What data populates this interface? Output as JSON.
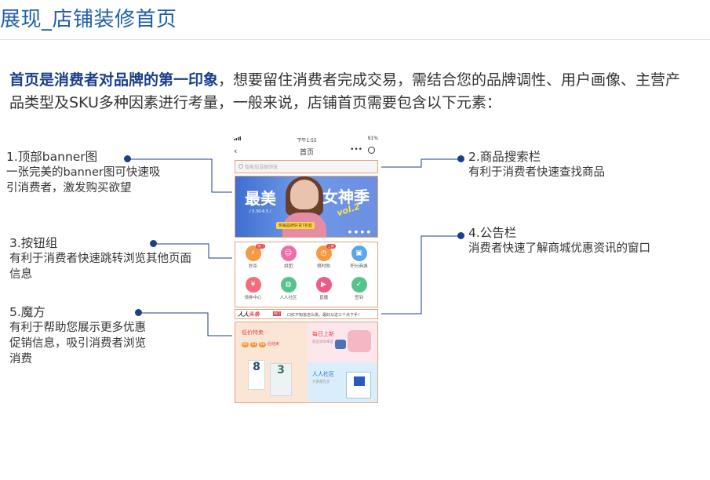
{
  "page": {
    "title": "展现_店铺装修首页",
    "intro_bold": "首页是消费者对品牌的第一印象",
    "intro_rest": "，想要留住消费者完成交易，需结合您的品牌调性、用户画像、主营产品类型及SKU多种因素进行考量，一般来说，店铺首页需要包含以下元素："
  },
  "annotations": [
    {
      "title": "1.顶部banner图",
      "desc": "一张完美的banner图可快速吸引消费者，激发购买欲望"
    },
    {
      "title": "2.商品搜索栏",
      "desc": "有利于消费者快速查找商品"
    },
    {
      "title": "3.按钮组",
      "desc": "有利于消费者快速跳转浏览其他页面信息"
    },
    {
      "title": "4.公告栏",
      "desc": "消费者快速了解商城优惠资讯的窗口"
    },
    {
      "title": "5.魔方",
      "desc": "有利于帮助您展示更多优惠促销信息，吸引消费者浏览消费"
    }
  ],
  "phone": {
    "status_time": "下午1:55",
    "status_battery": "91%",
    "nav_title": "首页",
    "search_placeholder": "智能加湿器领涨",
    "banner": {
      "text_left": "最美",
      "text_right": "女神季",
      "vol": "vol.2",
      "date": "/ 5.30-6.5 /",
      "tag": "热销品牌好货7折起"
    },
    "buttons": [
      {
        "label": "秒杀",
        "icon": "flash-icon",
        "badge": "热门"
      },
      {
        "label": "拼团",
        "icon": "group-icon",
        "badge": ""
      },
      {
        "label": "限时购",
        "icon": "clock-icon",
        "badge": "上新"
      },
      {
        "label": "积分商城",
        "icon": "bag-icon",
        "badge": ""
      },
      {
        "label": "领券中心",
        "icon": "coupon-icon",
        "badge": ""
      },
      {
        "label": "人人社区",
        "icon": "chat-icon",
        "badge": ""
      },
      {
        "label": "直播",
        "icon": "play-icon",
        "badge": ""
      },
      {
        "label": "签到",
        "icon": "calendar-check-icon",
        "badge": ""
      }
    ],
    "notice": {
      "logo_a": "人人",
      "logo_b": "头条",
      "hot": "热门",
      "text": "口红不知道怎么挑，最好从这三个点下手！"
    },
    "cube": {
      "left_title": "低价特卖",
      "countdown": [
        "00",
        "13",
        "50"
      ],
      "countdown_suffix": "后结束",
      "right_top_title": "每日上新",
      "right_top_sub": "新品等你来选",
      "right_bottom_title": "人人社区",
      "right_bottom_sub": "大家都在买"
    }
  },
  "colors": {
    "title": "#1f5fa8",
    "accent": "#1b3f8b",
    "highlight_border": "#e7a27d"
  }
}
